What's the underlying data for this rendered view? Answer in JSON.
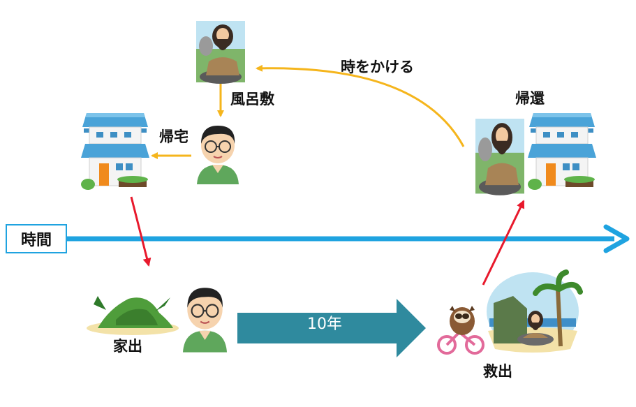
{
  "labels": {
    "furo": "風呂敷",
    "kitaku": "帰宅",
    "toki_wo_kakeru": "時をかける",
    "kikan": "帰還",
    "jikan": "時間",
    "iede": "家出",
    "kyushutsu": "救出",
    "years": "10年"
  },
  "colors": {
    "time_axis": "#1fa3e0",
    "yellow_arrow": "#f5b51c",
    "red_arrow": "#e8192c",
    "big_arrow": "#2f8a9e"
  },
  "icons": [
    "house-icon",
    "hermit-man-icon",
    "glasses-man-icon",
    "island-icon",
    "raccoon-bicycle-icon",
    "island-hermit-icon"
  ]
}
